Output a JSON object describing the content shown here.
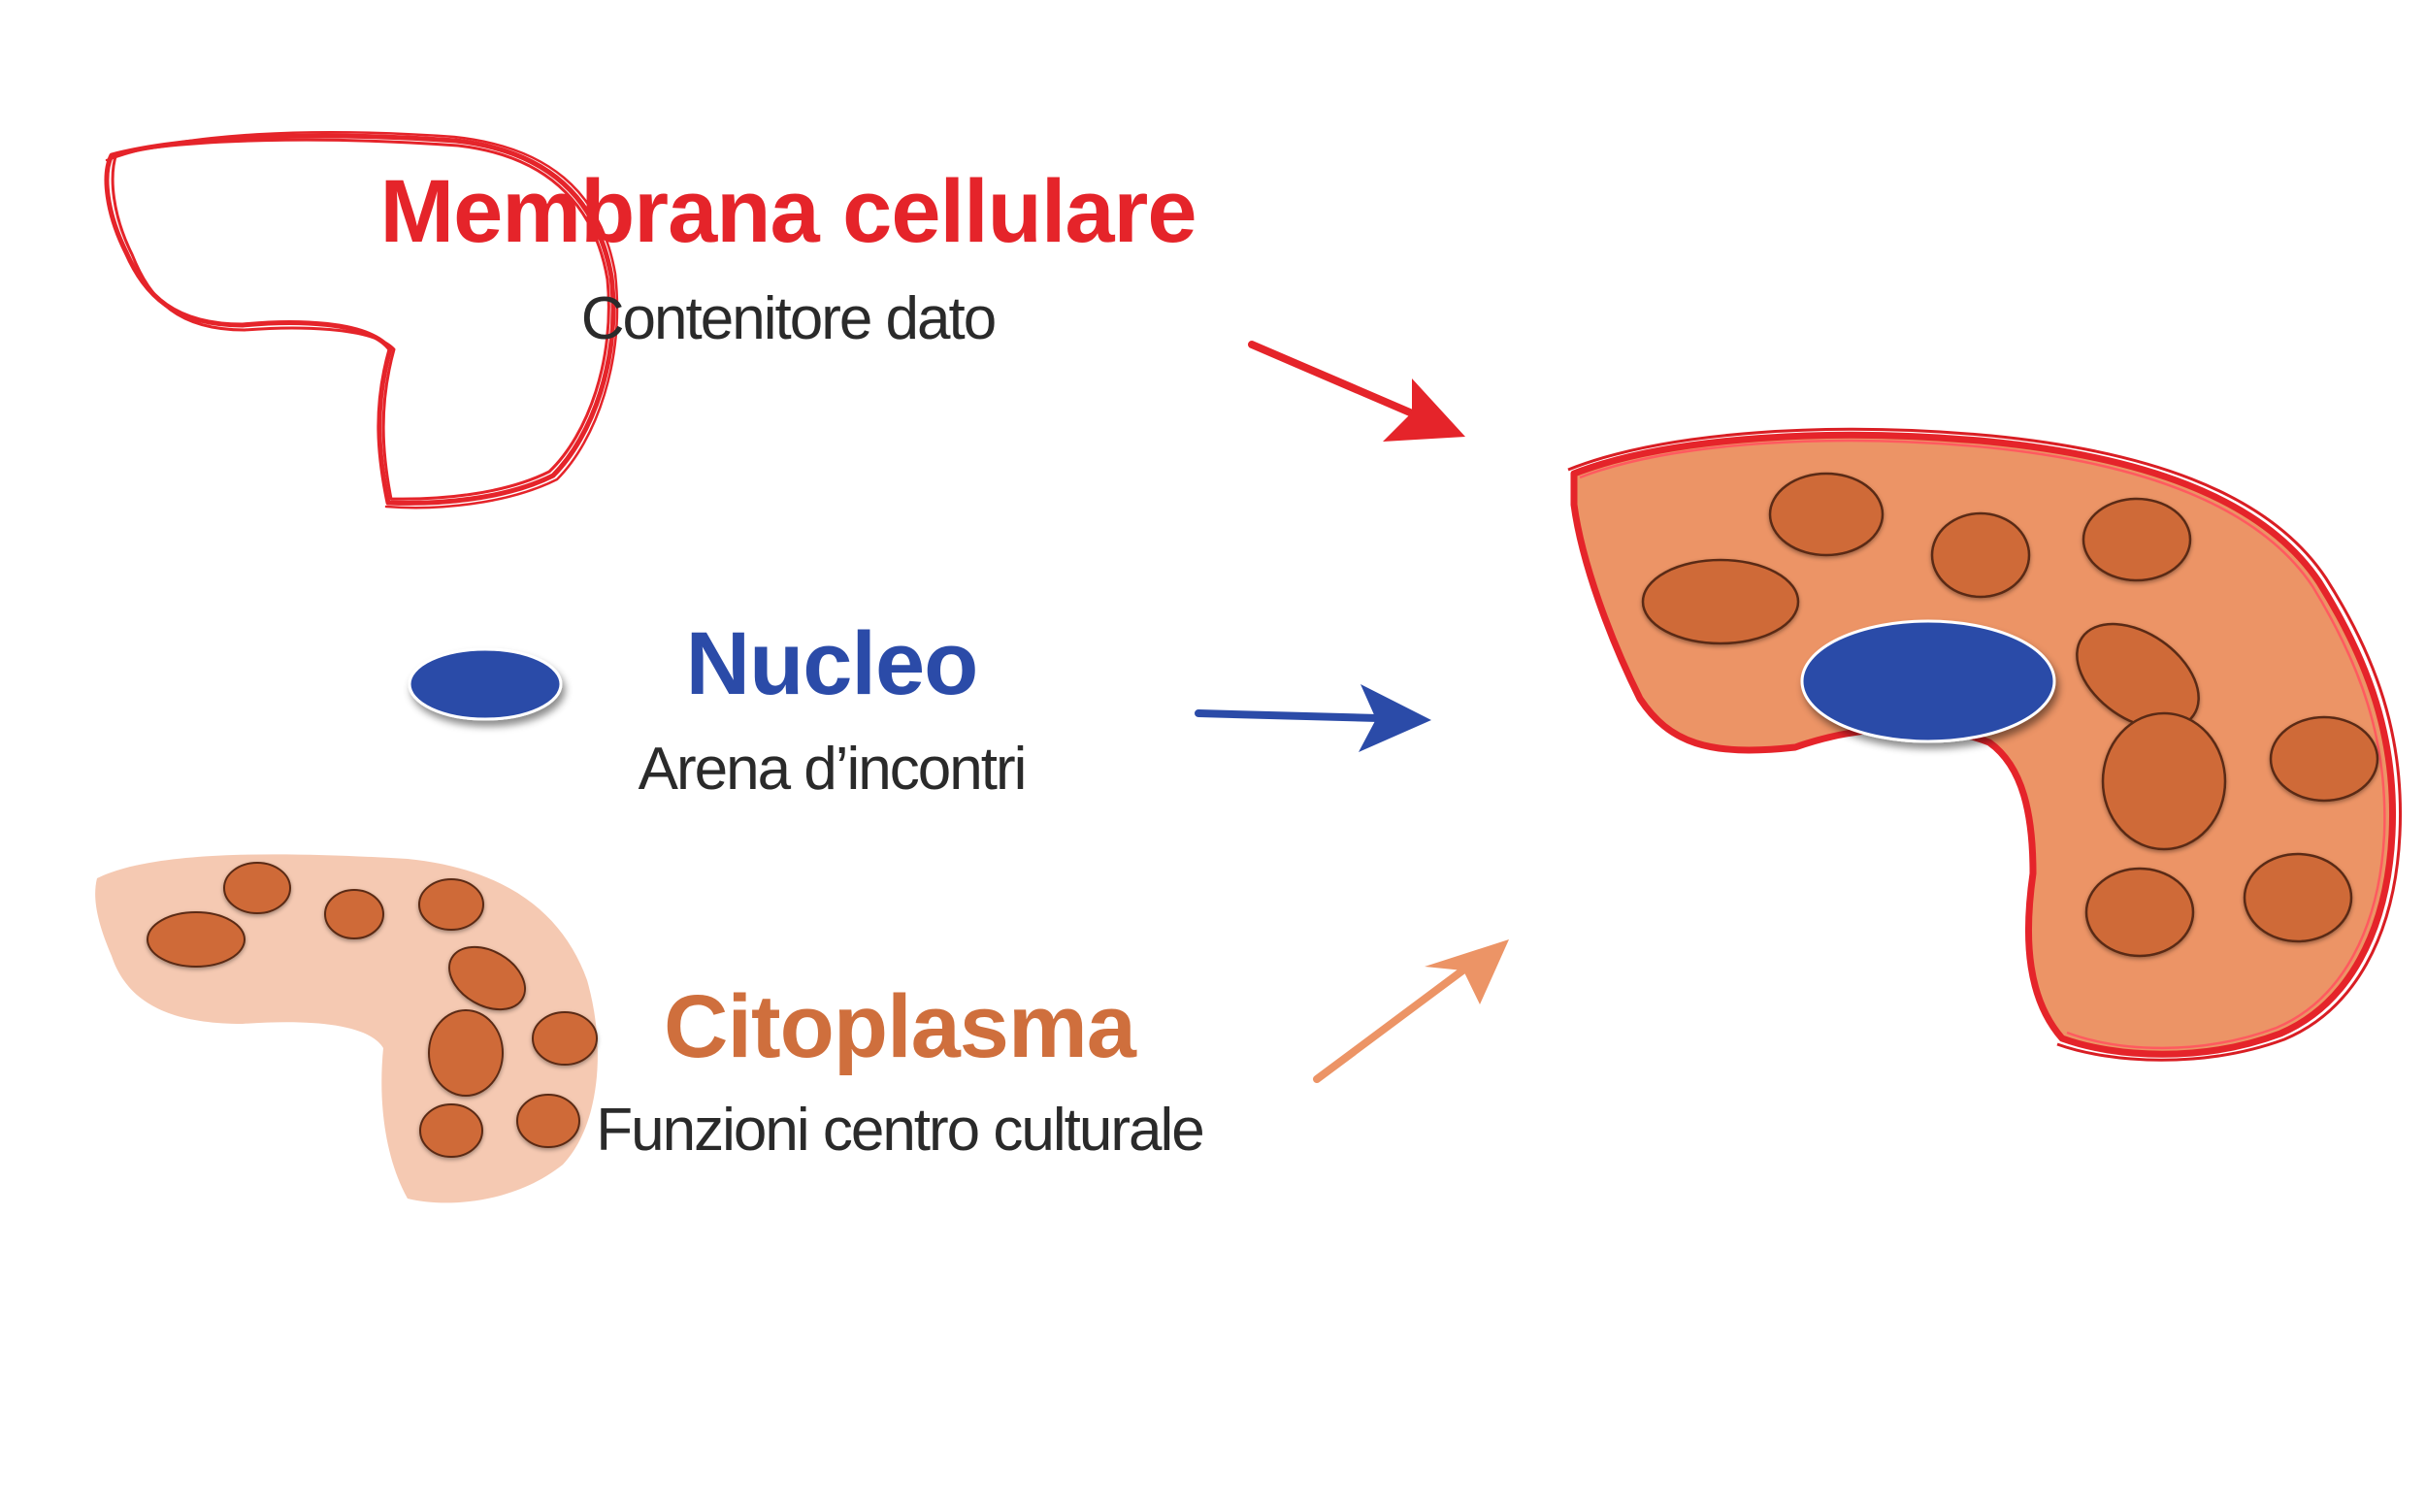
{
  "components": [
    {
      "id": "membrane",
      "title": "Membrana cellulare",
      "subtitle": "Contenitore dato",
      "color": "#e5242a"
    },
    {
      "id": "nucleus",
      "title": "Nucleo",
      "subtitle": "Arena d’incontri",
      "color": "#2b4ba8"
    },
    {
      "id": "cytoplasm",
      "title": "Citoplasma",
      "subtitle": "Funzioni centro culturale",
      "color": "#cf6f3d"
    }
  ],
  "colors": {
    "membrane_red": "#e5242a",
    "nucleus_blue": "#2b4ba8",
    "cytoplasm_light": "#f5c9b2",
    "cytoplasm_fill": "#ec9466",
    "organelle": "#cf6a38",
    "arrow_cytoplasm": "#ec9466",
    "subtitle_text": "#2a2a2a"
  }
}
